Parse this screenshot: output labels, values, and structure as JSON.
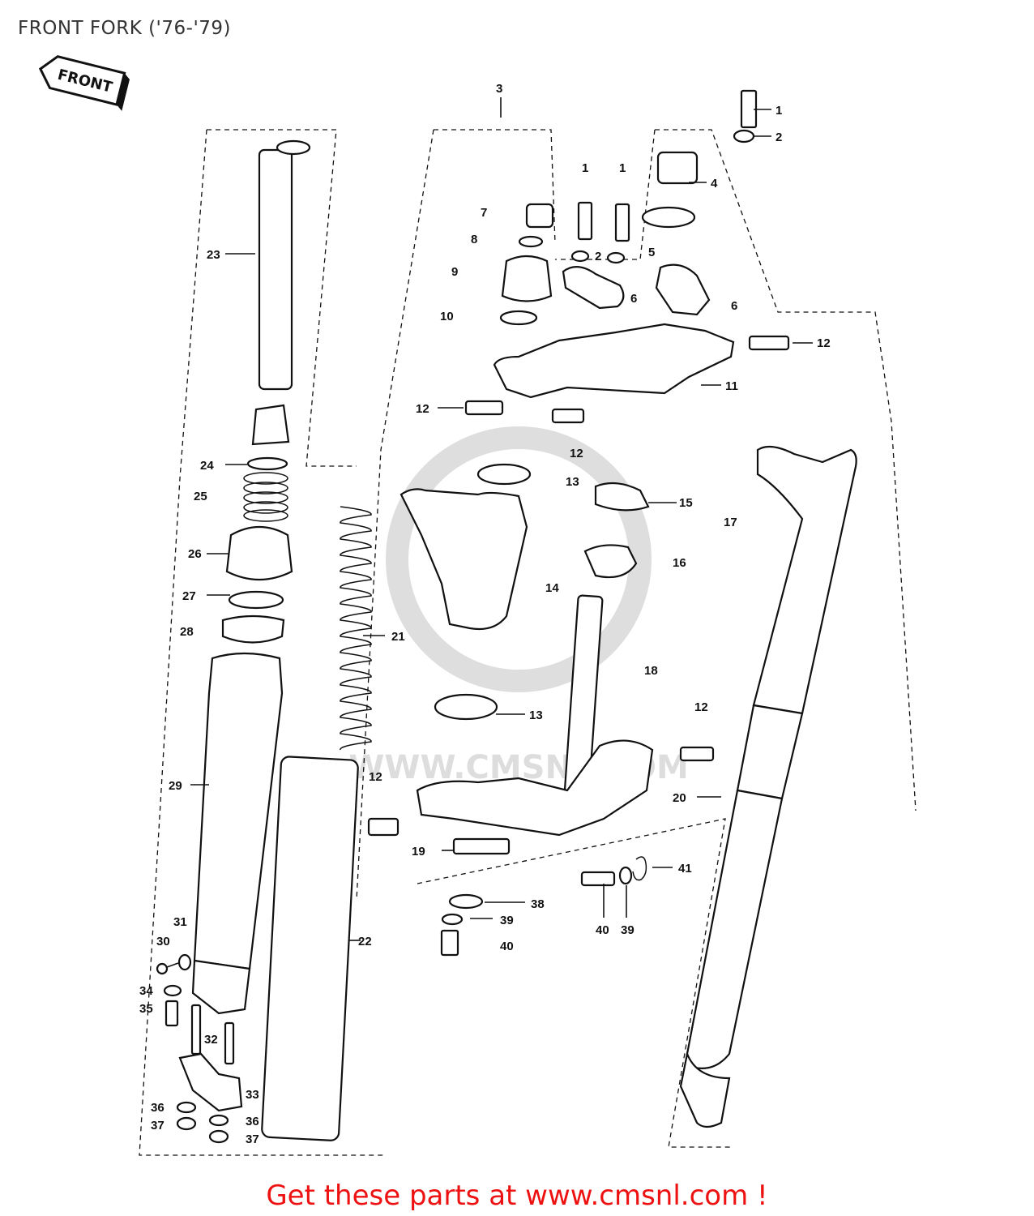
{
  "title": "FRONT FORK ('76-'79)",
  "front_badge": "FRONT",
  "watermark": "WWW.CMSNL.COM",
  "promo": "Get these parts at www.cmsnl.com !",
  "callouts": {
    "c1a": "1",
    "c1b": "1",
    "c1c": "1",
    "c2a": "2",
    "c2b": "2",
    "c3": "3",
    "c4": "4",
    "c5": "5",
    "c6a": "6",
    "c6b": "6",
    "c7": "7",
    "c8": "8",
    "c9": "9",
    "c10": "10",
    "c11": "11",
    "c12a": "12",
    "c12b": "12",
    "c12c": "12",
    "c12d": "12",
    "c12e": "12",
    "c13a": "13",
    "c13b": "13",
    "c14": "14",
    "c15": "15",
    "c16": "16",
    "c17": "17",
    "c18": "18",
    "c19": "19",
    "c20": "20",
    "c21": "21",
    "c22": "22",
    "c23": "23",
    "c24": "24",
    "c25": "25",
    "c26": "26",
    "c27": "27",
    "c28": "28",
    "c29": "29",
    "c30": "30",
    "c31": "31",
    "c32": "32",
    "c33": "33",
    "c34": "34",
    "c35": "35",
    "c36a": "36",
    "c36b": "36",
    "c37a": "37",
    "c37b": "37",
    "c38": "38",
    "c39a": "39",
    "c39b": "39",
    "c40a": "40",
    "c40b": "40",
    "c41": "41"
  }
}
